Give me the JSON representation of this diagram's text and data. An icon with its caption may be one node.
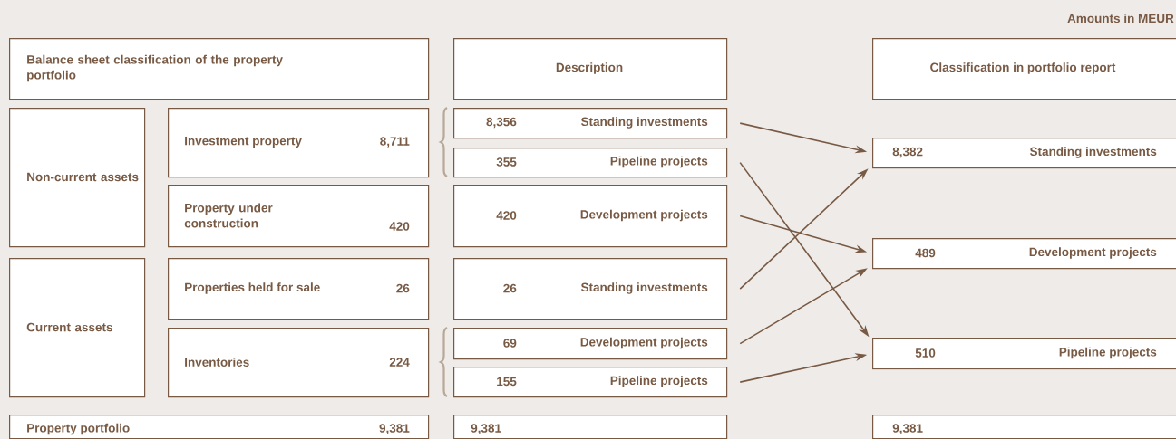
{
  "diagram": {
    "nodes": [
      {
        "text": [
          "Balance sheet classification of the property portfolio"
        ]
      },
      {
        "text": [
          "Description"
        ]
      },
      {
        "text": [
          "Classification in portfolio report"
        ]
      },
      {
        "text": [
          "Non-current assets"
        ]
      },
      {
        "text": [
          "Investment property",
          "8,711"
        ]
      },
      {
        "text": [
          "Property under construction",
          "420"
        ]
      },
      {
        "text": [
          "Current assets"
        ]
      },
      {
        "text": [
          "Properties held for sale",
          "26"
        ]
      },
      {
        "text": [
          "Inventories",
          "224"
        ]
      },
      {
        "text": [
          "8,356",
          "Standing investments"
        ]
      },
      {
        "text": [
          "355",
          "Pipeline projects"
        ]
      },
      {
        "text": [
          "420",
          "Development projects"
        ]
      },
      {
        "text": [
          "26",
          "Standing investments"
        ]
      },
      {
        "text": [
          "69",
          "Development projects"
        ]
      },
      {
        "text": [
          "155",
          "Pipeline projects"
        ]
      },
      {
        "text": [
          "8,382",
          "Standing investments"
        ]
      },
      {
        "text": [
          "489",
          "Development projects"
        ]
      },
      {
        "text": [
          "510",
          "Pipeline projects"
        ]
      },
      {
        "text": [
          "Property portfolio",
          "9,381"
        ]
      },
      {
        "text": [
          "9,381"
        ]
      },
      {
        "text": [
          "9,381"
        ]
      }
    ],
    "edges": [
      {
        "from": 9,
        "to": 15,
        "arrow": "to"
      },
      {
        "from": 10,
        "to": 17,
        "arrow": "to"
      },
      {
        "from": 11,
        "to": 16,
        "arrow": "to"
      },
      {
        "from": 12,
        "to": 15,
        "arrow": "to"
      },
      {
        "from": 13,
        "to": 16,
        "arrow": "to"
      },
      {
        "from": 14,
        "to": 17,
        "arrow": "to"
      }
    ],
    "labels": [
      "Amounts in MEUR"
    ]
  }
}
